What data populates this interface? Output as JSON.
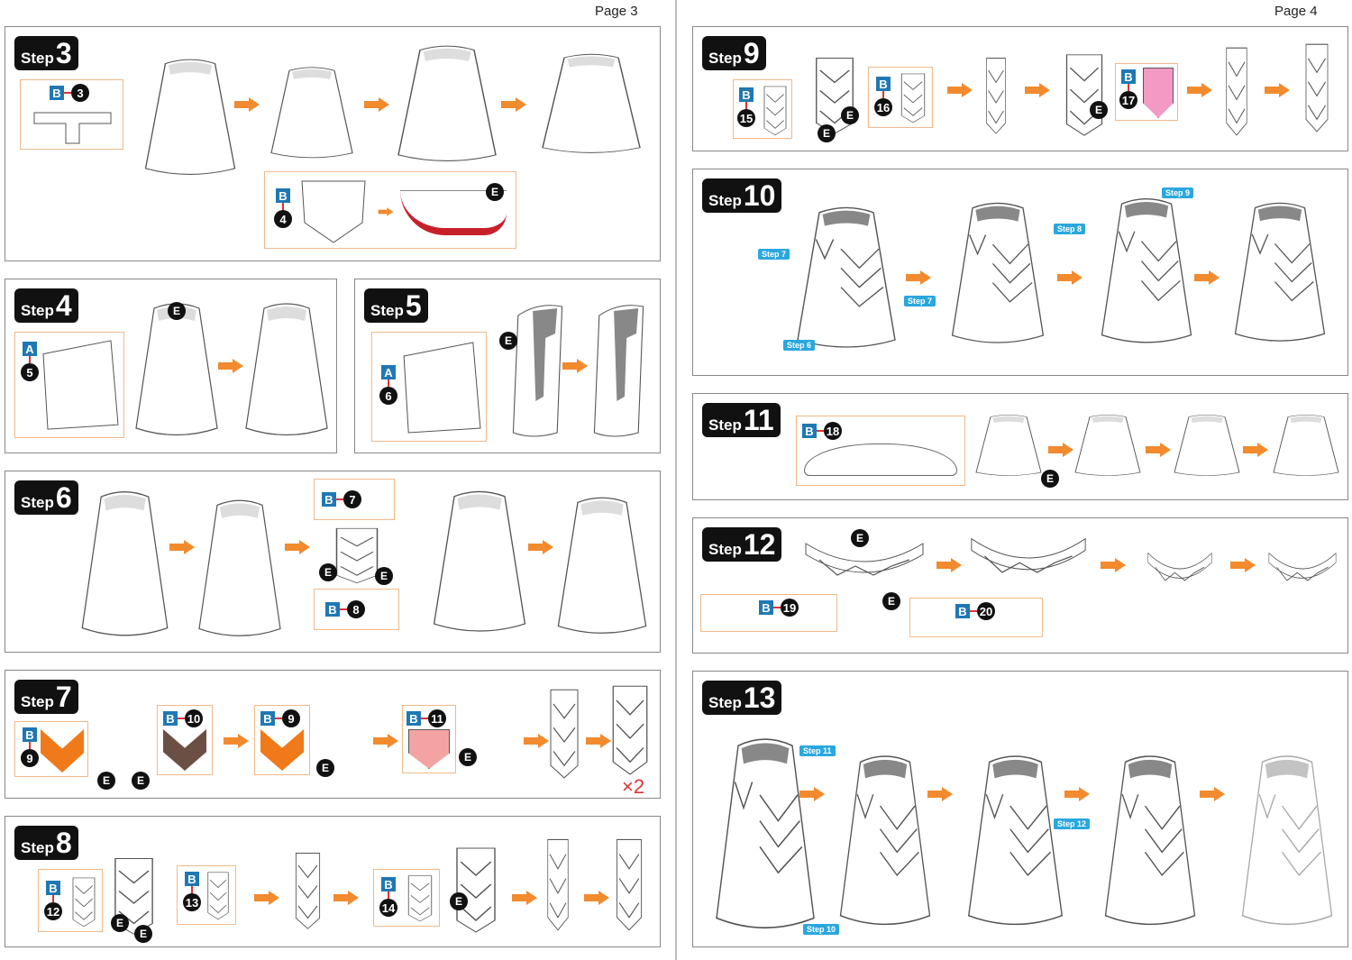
{
  "pages": {
    "left": "Page 3",
    "right": "Page 4"
  },
  "step_word": "Step",
  "steps": {
    "s3": {
      "num": "3",
      "parts": [
        {
          "sheet": "B",
          "num": "3"
        },
        {
          "sheet": "B",
          "num": "4"
        }
      ],
      "e": "E"
    },
    "s4": {
      "num": "4",
      "parts": [
        {
          "sheet": "A",
          "num": "5"
        }
      ],
      "e": "E"
    },
    "s5": {
      "num": "5",
      "parts": [
        {
          "sheet": "A",
          "num": "6"
        }
      ],
      "e": "E"
    },
    "s6": {
      "num": "6",
      "parts": [
        {
          "sheet": "B",
          "num": "7"
        },
        {
          "sheet": "B",
          "num": "8"
        }
      ],
      "e": "E"
    },
    "s7": {
      "num": "7",
      "parts": [
        {
          "sheet": "B",
          "num": "9"
        },
        {
          "sheet": "B",
          "num": "10"
        },
        {
          "sheet": "B",
          "num": "9"
        },
        {
          "sheet": "B",
          "num": "11"
        }
      ],
      "e": "E",
      "multiplier": "×2"
    },
    "s8": {
      "num": "8",
      "parts": [
        {
          "sheet": "B",
          "num": "12"
        },
        {
          "sheet": "B",
          "num": "13"
        },
        {
          "sheet": "B",
          "num": "14"
        }
      ],
      "e": "E"
    },
    "s9": {
      "num": "9",
      "parts": [
        {
          "sheet": "B",
          "num": "15"
        },
        {
          "sheet": "B",
          "num": "16"
        },
        {
          "sheet": "B",
          "num": "17"
        }
      ],
      "e": "E"
    },
    "s10": {
      "num": "10",
      "refs": [
        "Step 7",
        "Step 8",
        "Step 9",
        "Step 7",
        "Step 6"
      ]
    },
    "s11": {
      "num": "11",
      "parts": [
        {
          "sheet": "B",
          "num": "18"
        }
      ],
      "e": "E"
    },
    "s12": {
      "num": "12",
      "parts": [
        {
          "sheet": "B",
          "num": "19"
        },
        {
          "sheet": "B",
          "num": "20"
        }
      ],
      "e": "E"
    },
    "s13": {
      "num": "13",
      "refs": [
        "Step 11",
        "Step 12",
        "Step 10"
      ]
    }
  },
  "colors": {
    "arrow": "#f28a2e",
    "sheet": "#1f78b4",
    "ref": "#2aa7df",
    "callout_border": "#f0b98a"
  }
}
